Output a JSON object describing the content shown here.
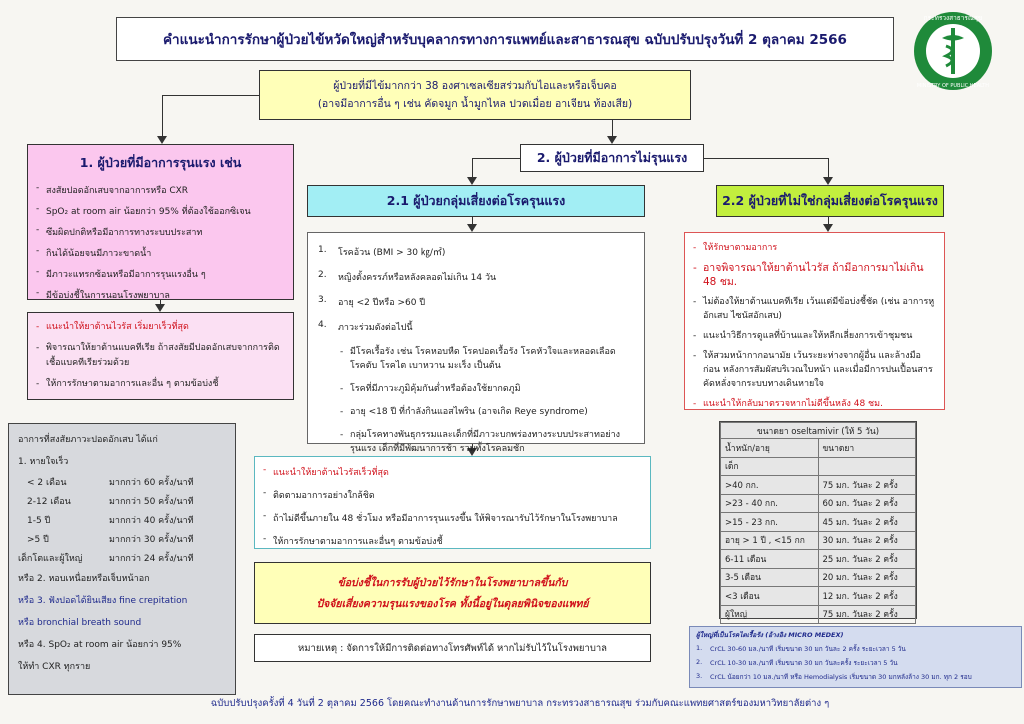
{
  "title": "คำแนะนำการรักษาผู้ป่วยไข้หวัดใหญ่สำหรับบุคลากรทางการแพทย์และสาธารณสุข ฉบับปรับปรุงวันที่ 2 ตุลาคม 2566",
  "logo": {
    "top_text": "กระทรวงสาธารณสุข",
    "bottom_text": "MINISTRY OF PUBLIC HEALTH",
    "color": "#1f8a3a"
  },
  "criteria": {
    "line1": "ผู้ป่วยที่มีไข้มากกว่า 38 องศาเซลเซียสร่วมกับไอและหรือเจ็บคอ",
    "line2": "(อาจมีอาการอื่น ๆ เช่น คัดจมูก น้ำมูกไหล ปวดเมื่อย อาเจียน ท้องเสีย)"
  },
  "severe": {
    "heading": "1. ผู้ป่วยที่มีอาการรุนแรง เช่น",
    "items": [
      "สงสัยปอดอักเสบจากอาการหรือ CXR",
      "SpO₂ at room air น้อยกว่า 95% ที่ต้องใช้ออกซิเจน",
      "ซึมผิดปกติหรือมีอาการทางระบบประสาท",
      "กินได้น้อยจนมีภาวะขาดน้ำ",
      "มีภาวะแทรกซ้อนหรือมีอาการรุนแรงอื่น ๆ",
      "มีข้อบ่งชี้ในการนอนโรงพยาบาล"
    ],
    "rec_red": "แนะนำให้ยาต้านไวรัส เริ่มยาเร็วที่สุด",
    "rec_items": [
      "พิจารณาให้ยาต้านแบคทีเรีย ถ้าสงสัยมีปอดอักเสบจากการติดเชื้อแบคทีเรียร่วมด้วย",
      "ให้การรักษาตามอาการและอื่น ๆ ตามข้อบ่งชี้"
    ]
  },
  "pneumonia": {
    "title": "อาการที่สงสัยภาวะปอดอักเสบ ได้แก่",
    "rr_title": "1. หายใจเร็ว",
    "rr": [
      {
        "age": "< 2 เดือน",
        "rate": "มากกว่า  60 ครั้ง/นาที"
      },
      {
        "age": "2-12 เดือน",
        "rate": "มากกว่า  50 ครั้ง/นาที"
      },
      {
        "age": "1-5 ปี",
        "rate": "มากกว่า  40 ครั้ง/นาที"
      },
      {
        "age": ">5 ปี",
        "rate": "มากกว่า  30 ครั้ง/นาที"
      },
      {
        "age": "เด็กโตและผู้ใหญ่",
        "rate": "มากกว่า  24 ครั้ง/นาที"
      }
    ],
    "other": [
      "หรือ 2. หอบเหนื่อยหรือเจ็บหน้าอก",
      "หรือ 3. ฟังปอดได้ยินเสียง fine crepitation",
      "หรือ bronchial breath sound",
      "หรือ 4. SpO₂ at room air น้อยกว่า 95%",
      "ให้ทำ CXR ทุกราย"
    ]
  },
  "mild": {
    "heading": "2. ผู้ป่วยที่มีอาการไม่รุนแรง"
  },
  "risk": {
    "heading": "2.1 ผู้ป่วยกลุ่มเสี่ยงต่อโรครุนแรง",
    "items": [
      {
        "num": "1.",
        "text": "โรคอ้วน  (BMI  > 30 ㎏/㎡)"
      },
      {
        "num": "2.",
        "text": "หญิงตั้งครรภ์หรือหลังคลอดไม่เกิน 14 วัน"
      },
      {
        "num": "3.",
        "text": "อายุ <2 ปีหรือ  >60 ปี"
      },
      {
        "num": "4.",
        "text": "ภาวะร่วมดังต่อไปนี้"
      }
    ],
    "sub": [
      "มีโรคเรื้อรัง เช่น  โรคหอบหืด โรคปอดเรื้อรัง โรคหัวใจและหลอดเลือด โรคตับ โรคไต เบาหวาน มะเร็ง เป็นต้น",
      "โรคที่มีภาวะภูมิคุ้มกันต่ำหรือต้องใช้ยากดภูมิ",
      "อายุ <18 ปี ที่กำลังกินแอสไพริน (อาจเกิด Reye syndrome)",
      "กลุ่มโรคทางพันธุกรรมและเด็กที่มีภาวะบกพร่องทางระบบประสาทอย่างรุนแรง เด็กที่มีพัฒนาการช้า รวมทั้งโรคลมชัก"
    ],
    "rec_red": "แนะนำให้ยาต้านไวรัสเร็วที่สุด",
    "rec_items": [
      "ติดตามอาการอย่างใกล้ชิด",
      "ถ้าไม่ดีขึ้นภายใน 48 ชั่วโมง หรือมีอาการรุนแรงขึ้น ให้พิจารณารับไว้รักษาในโรงพยาบาล",
      "ให้การรักษาตามอาการและอื่นๆ ตามข้อบ่งชี้"
    ]
  },
  "admit": {
    "line1": "ข้อบ่งชี้ในการรับผู้ป่วยไว้รักษาในโรงพยาบาลขึ้นกับ",
    "line2": "ปัจจัยเสี่ยงความรุนแรงของโรค ทั้งนี้อยู่ในดุลยพินิจของแพทย์"
  },
  "note": "หมายเหตุ : จัดการให้มีการติดต่อทางโทรศัพท์ได้ หากไม่รับไว้ในโรงพยาบาล",
  "norisk": {
    "heading": "2.2 ผู้ป่วยที่ไม่ใช่กลุ่มเสี่ยงต่อโรครุนแรง",
    "red1": "ให้รักษาตามอาการ",
    "red2": "อาจพิจารณาให้ยาต้านไวรัส ถ้ามีอาการมาไม่เกิน 48 ชม.",
    "items": [
      "ไม่ต้องให้ยาต้านแบคทีเรีย เว้นแต่มีข้อบ่งชี้ชัด (เช่น อาการหูอักเสบ ไซนัสอักเสบ)",
      "แนะนำวิธีการดูแลที่บ้านและให้หลีกเลี่ยงการเข้าชุมชน",
      "ให้สวมหน้ากากอนามัย เว้นระยะห่างจากผู้อื่น และล้างมือก่อน หลังการสัมผัสบริเวณใบหน้า และเมื่อมีการปนเปื้อนสารคัดหลั่งจากระบบทางเดินหายใจ"
    ],
    "red3": "แนะนำให้กลับมาตรวจหากไม่ดีขึ้นหลัง 48 ชม."
  },
  "dose": {
    "caption": "ขนาดยา oseltamivir (ให้ 5 วัน)",
    "col1": "น้ำหนัก/อายุ",
    "col2": "ขนาดยา",
    "rows": [
      {
        "w": "เด็ก",
        "d": ""
      },
      {
        "w": ">40 กก.",
        "d": "75 มก. วันละ 2 ครั้ง"
      },
      {
        "w": ">23 - 40 กก.",
        "d": "60 มก. วันละ 2 ครั้ง"
      },
      {
        "w": ">15 - 23 กก.",
        "d": "45 มก. วันละ 2 ครั้ง"
      },
      {
        "w": "อายุ > 1 ปี , <15 กก",
        "d": "30 มก. วันละ 2 ครั้ง"
      },
      {
        "w": "6-11 เดือน",
        "d": "25 มก. วันละ 2 ครั้ง"
      },
      {
        "w": "3-5 เดือน",
        "d": "20 มก. วันละ 2 ครั้ง"
      },
      {
        "w": "<3 เดือน",
        "d": "12 มก. วันละ 2 ครั้ง"
      },
      {
        "w": "ผู้ใหญ่",
        "d": "75 มก. วันละ 2 ครั้ง"
      }
    ]
  },
  "renal": {
    "title": "ผู้ใหญ่ที่เป็นโรคไตเรื้อรัง (อ้างอิง  MICRO MEDEX)",
    "rows": [
      {
        "n": "1.",
        "t": "CrCL 30-60 มล./นาที เริ่มขนาด 30 มก วันละ 2 ครั้ง ระยะเวลา 5 วัน"
      },
      {
        "n": "2.",
        "t": "CrCL 10-30 มล./นาที เริ่มขนาด 30 มก วันละครั้ง ระยะเวลา 5 วัน"
      },
      {
        "n": "3.",
        "t": "CrCL น้อยกว่า 10 มล./นาที หรือ Hemodialysis เริ่มขนาด 30 มกหลังล้าง 30 มก. ทุก 2 รอบ"
      }
    ]
  },
  "footer": "ฉบับปรับปรุงครั้งที่ 4 วันที่ 2 ตุลาคม 2566 โดยคณะทำงานด้านการรักษาพยาบาล กระทรวงสาธารณสุข ร่วมกับคณะแพทยศาสตร์ของมหาวิทยาลัยต่าง ๆ"
}
